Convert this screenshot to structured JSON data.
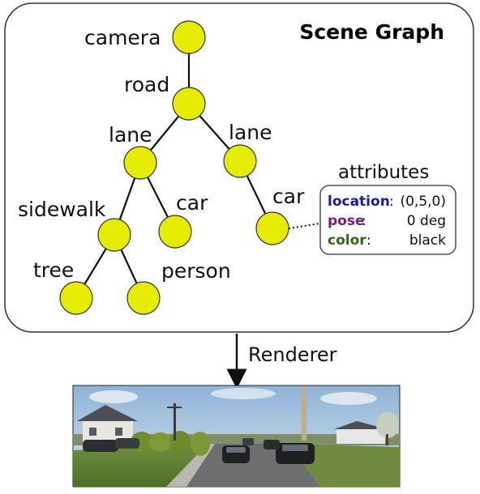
{
  "diagram": {
    "title": "Scene Graph",
    "renderer_label": "Renderer",
    "nodes": [
      {
        "id": "camera",
        "label": "camera"
      },
      {
        "id": "road",
        "label": "road"
      },
      {
        "id": "lane1",
        "label": "lane"
      },
      {
        "id": "lane2",
        "label": "lane"
      },
      {
        "id": "sidewalk",
        "label": "sidewalk"
      },
      {
        "id": "car1",
        "label": "car"
      },
      {
        "id": "car2",
        "label": "car"
      },
      {
        "id": "tree",
        "label": "tree"
      },
      {
        "id": "person",
        "label": "person"
      }
    ],
    "edges": [
      [
        "camera",
        "road"
      ],
      [
        "road",
        "lane1"
      ],
      [
        "road",
        "lane2"
      ],
      [
        "lane1",
        "sidewalk"
      ],
      [
        "lane1",
        "car1"
      ],
      [
        "lane2",
        "car2"
      ],
      [
        "sidewalk",
        "tree"
      ],
      [
        "sidewalk",
        "person"
      ]
    ],
    "attributes": {
      "heading": "attributes",
      "attached_to": "car2",
      "rows": [
        {
          "key": "location",
          "colon": ":",
          "value": "(0,5,0)",
          "color": "#1a1a9a"
        },
        {
          "key": "pose",
          "colon": ":",
          "value": "0 deg",
          "color": "#7a1a7a"
        },
        {
          "key": "color",
          "colon": ":",
          "value": "black",
          "color": "#2e6b12"
        }
      ]
    },
    "colors": {
      "node_fill": "#e6ec00",
      "edge": "#111111",
      "panel_border": "#333333"
    }
  }
}
